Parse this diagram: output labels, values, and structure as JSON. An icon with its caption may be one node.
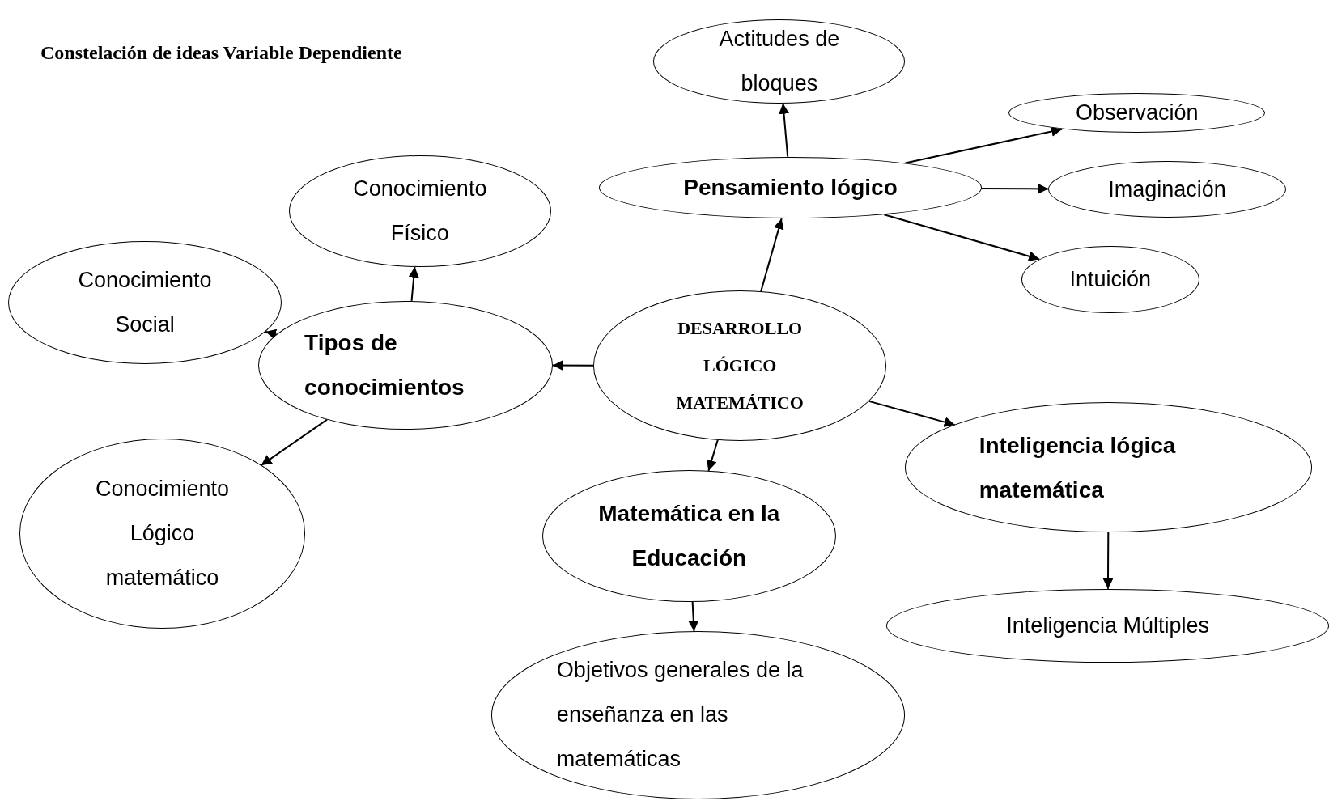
{
  "diagram": {
    "title": "Constelación de ideas Variable Dependiente",
    "nodes": [
      {
        "text": [
          "DESARROLLO LÓGICO MATEMÁTICO"
        ]
      },
      {
        "text": [
          "Pensamiento lógico"
        ]
      },
      {
        "text": [
          "Actitudes de bloques"
        ]
      },
      {
        "text": [
          "Observación"
        ]
      },
      {
        "text": [
          "Imaginación"
        ]
      },
      {
        "text": [
          "Intuición"
        ]
      },
      {
        "text": [
          "Tipos de conocimientos"
        ]
      },
      {
        "text": [
          "Conocimiento Físico"
        ]
      },
      {
        "text": [
          "Conocimiento Social"
        ]
      },
      {
        "text": [
          "Conocimiento Lógico matemático"
        ]
      },
      {
        "text": [
          "Matemática en la Educación"
        ]
      },
      {
        "text": [
          "Objetivos generales de la enseñanza en las matemáticas"
        ]
      },
      {
        "text": [
          "Inteligencia lógica matemática"
        ]
      },
      {
        "text": [
          "Inteligencia Múltiples"
        ]
      }
    ],
    "edges": [
      {
        "from": 0,
        "to": 1,
        "arrow": "to"
      },
      {
        "from": 1,
        "to": 2,
        "arrow": "to"
      },
      {
        "from": 1,
        "to": 3,
        "arrow": "to"
      },
      {
        "from": 1,
        "to": 4,
        "arrow": "to"
      },
      {
        "from": 1,
        "to": 5,
        "arrow": "to"
      },
      {
        "from": 0,
        "to": 6,
        "arrow": "to"
      },
      {
        "from": 6,
        "to": 7,
        "arrow": "to"
      },
      {
        "from": 6,
        "to": 8,
        "arrow": "to"
      },
      {
        "from": 6,
        "to": 9,
        "arrow": "to"
      },
      {
        "from": 0,
        "to": 10,
        "arrow": "to"
      },
      {
        "from": 10,
        "to": 11,
        "arrow": "to"
      },
      {
        "from": 0,
        "to": 12,
        "arrow": "to"
      },
      {
        "from": 12,
        "to": 13,
        "arrow": "to"
      }
    ]
  }
}
